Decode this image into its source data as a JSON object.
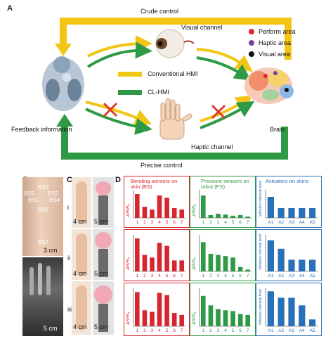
{
  "panel_a": {
    "letter": "A",
    "crude_control": "Crude control",
    "precise_control": "Precise control",
    "visual_channel": "Visual channel",
    "haptic_channel": "Haptic channel",
    "feedback_information": "Feedback information",
    "brain": "Brain",
    "conventional_hmi": "Conventional HMI",
    "cl_hmi": "CL-HMI",
    "legend": [
      {
        "label": "Perform area",
        "color": "#e3242b"
      },
      {
        "label": "Haptic area",
        "color": "#7b3fa0"
      },
      {
        "label": "Visual area",
        "color": "#111111"
      }
    ],
    "colors": {
      "yellow": "#f2c614",
      "green": "#2e9a45",
      "cross": "#e03a2a"
    }
  },
  "panel_b": {
    "letter": "B",
    "sensor_labels": [
      "BS3",
      "BS5",
      "BS1",
      "BS2",
      "BS4",
      "BS6",
      "BS7"
    ],
    "scale_top": "3 cm",
    "scale_bottom": "5 cm"
  },
  "panel_c": {
    "letter": "C",
    "rows": [
      "i",
      "ii",
      "iii"
    ],
    "scale_left": "4 cm",
    "scale_right": "5 cm"
  },
  "panel_d": {
    "letter": "D",
    "bending_title": "Bending sensors on skin (BS)",
    "pressure_title": "Pressure sensors on robot (PS)",
    "actuator_title": "Actuators on skins",
    "ylabel_r": "ΔR/R₀",
    "ylabel_v": "Vibration intensity level"
  },
  "chart_data": [
    {
      "type": "bar",
      "title": "Bending sensors on skin (BS)",
      "ylabel": "ΔR/R₀",
      "categories": [
        "1",
        "2",
        "3",
        "4",
        "5",
        "6",
        "7"
      ],
      "values": [
        0.85,
        0.4,
        0.3,
        0.8,
        0.72,
        0.35,
        0.3
      ],
      "ylim": [
        0,
        1
      ],
      "color": "#d7262e"
    },
    {
      "type": "bar",
      "title": "Pressure sensors on robot (PS)",
      "ylabel": "ΔR/R₀",
      "categories": [
        "1",
        "2",
        "3",
        "4",
        "5",
        "6",
        "7"
      ],
      "values": [
        0.8,
        0.1,
        0.15,
        0.12,
        0.08,
        0.1,
        0.05
      ],
      "ylim": [
        0,
        1
      ],
      "color": "#2e9a45"
    },
    {
      "type": "bar",
      "title": "Actuators on skins",
      "ylabel": "Vibration intensity level",
      "categories": [
        "A1",
        "A2",
        "A3",
        "A4",
        "A5"
      ],
      "values": [
        0.75,
        0.35,
        0.35,
        0.35,
        0.35
      ],
      "ylim": [
        0,
        1
      ],
      "color": "#2870b8"
    },
    {
      "type": "bar",
      "ylabel": "ΔR/R₀",
      "categories": [
        "1",
        "2",
        "3",
        "4",
        "5",
        "6",
        "7"
      ],
      "values": [
        0.9,
        0.45,
        0.38,
        0.78,
        0.7,
        0.3,
        0.3
      ],
      "ylim": [
        0,
        1
      ],
      "color": "#d7262e"
    },
    {
      "type": "bar",
      "ylabel": "ΔR/R₀",
      "categories": [
        "1",
        "2",
        "3",
        "4",
        "5",
        "6",
        "7"
      ],
      "values": [
        0.8,
        0.48,
        0.45,
        0.42,
        0.38,
        0.12,
        0.05
      ],
      "ylim": [
        0,
        1
      ],
      "color": "#2e9a45"
    },
    {
      "type": "bar",
      "ylabel": "Vibration intensity level",
      "categories": [
        "A1",
        "A2",
        "A3",
        "A4",
        "A5"
      ],
      "values": [
        0.85,
        0.62,
        0.32,
        0.32,
        0.32
      ],
      "ylim": [
        0,
        1
      ],
      "color": "#2870b8"
    },
    {
      "type": "bar",
      "ylabel": "ΔR/R₀",
      "categories": [
        "1",
        "2",
        "3",
        "4",
        "5",
        "6",
        "7"
      ],
      "values": [
        0.9,
        0.42,
        0.38,
        0.88,
        0.82,
        0.35,
        0.3
      ],
      "ylim": [
        0,
        1
      ],
      "color": "#d7262e"
    },
    {
      "type": "bar",
      "ylabel": "ΔR/R₀",
      "categories": [
        "1",
        "2",
        "3",
        "4",
        "5",
        "6",
        "7"
      ],
      "values": [
        0.8,
        0.55,
        0.45,
        0.42,
        0.4,
        0.32,
        0.3
      ],
      "ylim": [
        0,
        1
      ],
      "color": "#2e9a45"
    },
    {
      "type": "bar",
      "ylabel": "Vibration intensity level",
      "categories": [
        "A1",
        "A2",
        "A3",
        "A4",
        "A5"
      ],
      "values": [
        0.92,
        0.75,
        0.75,
        0.55,
        0.18
      ],
      "ylim": [
        0,
        1
      ],
      "color": "#2870b8"
    }
  ]
}
